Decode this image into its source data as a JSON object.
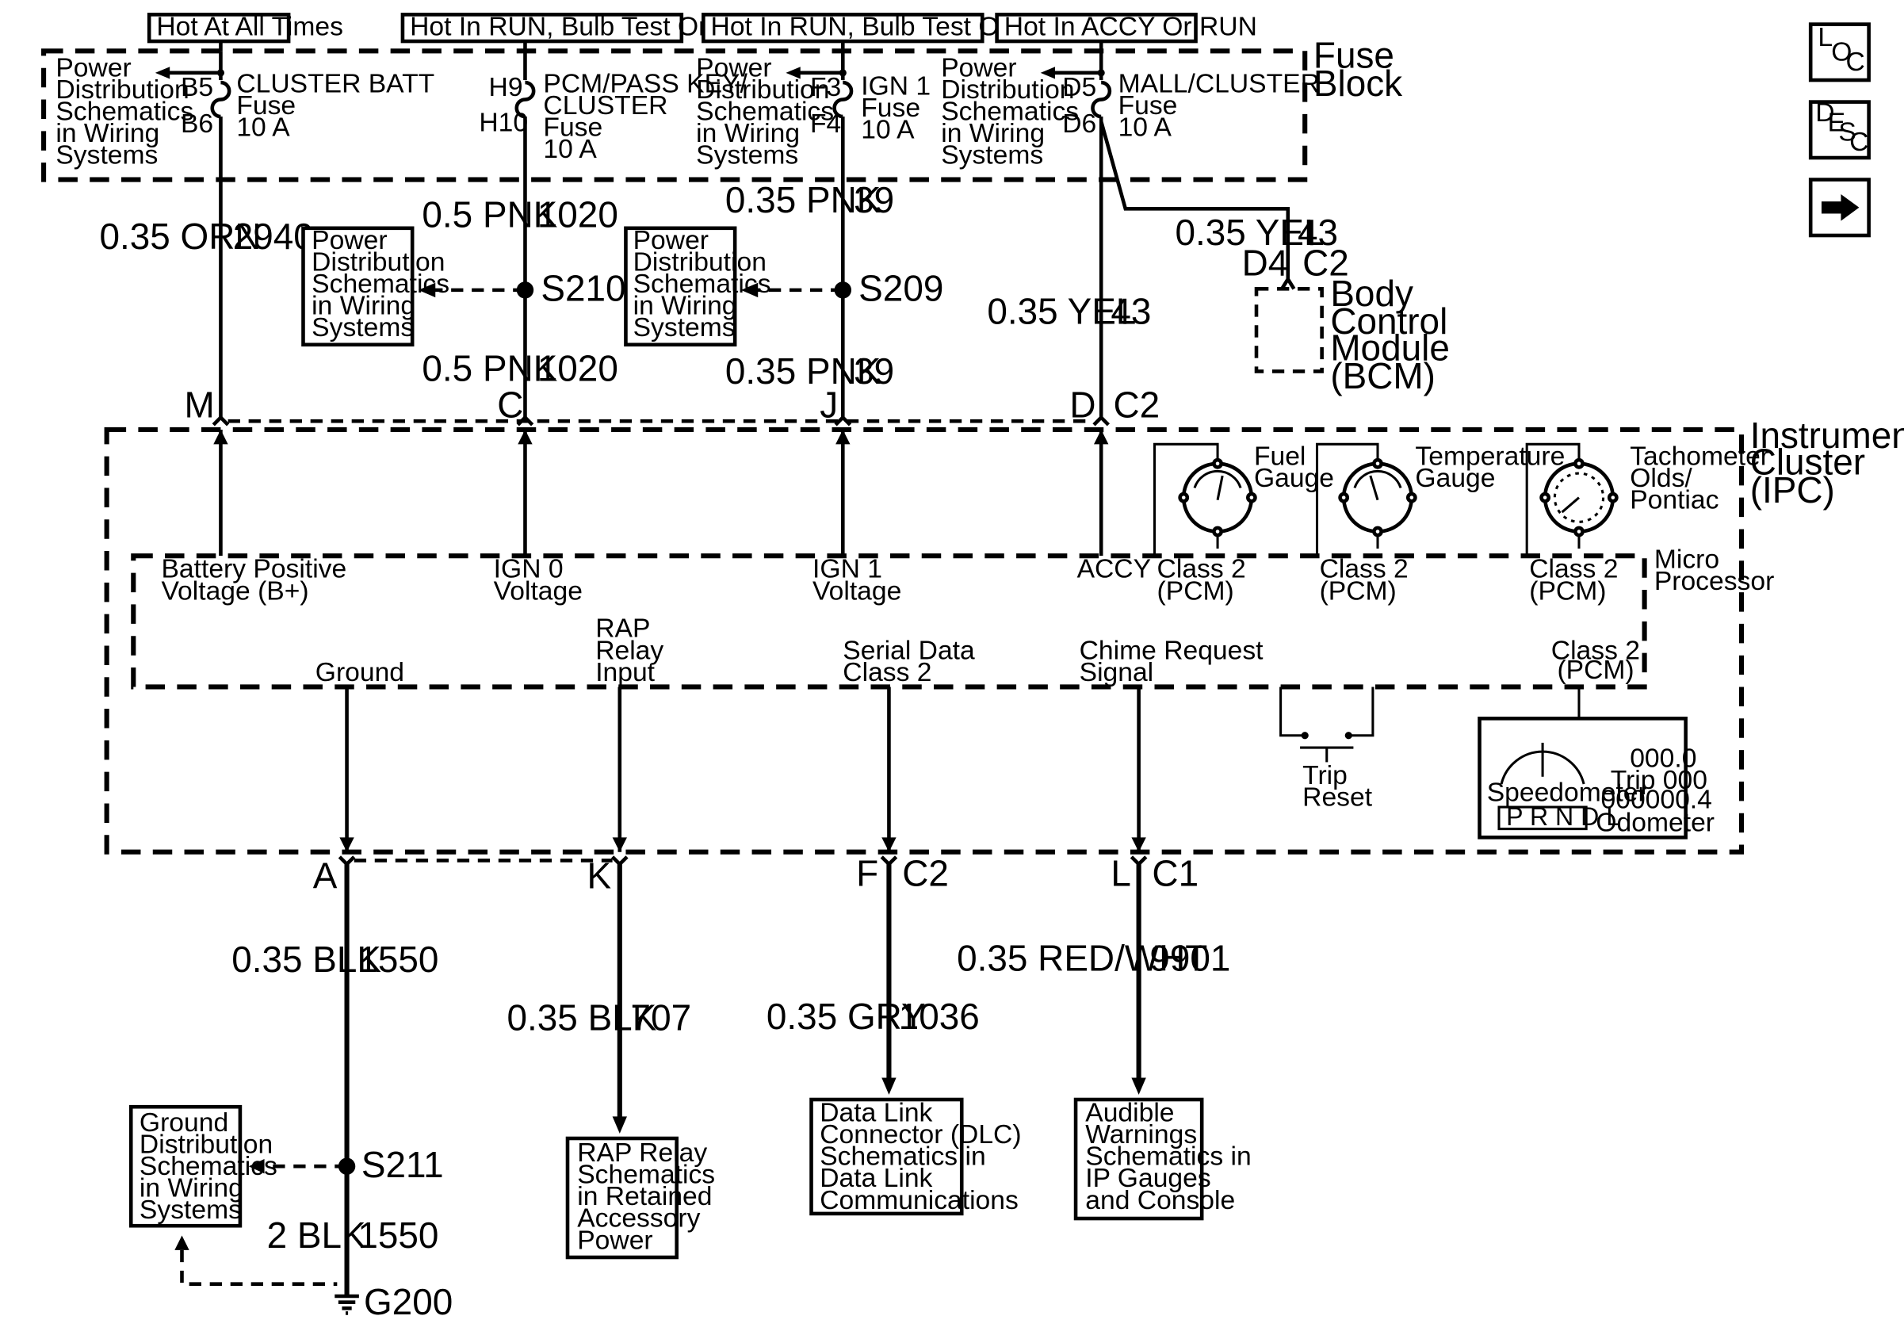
{
  "hot_labels": [
    "Hot At All Times",
    "Hot In RUN, Bulb Test Or START",
    "Hot In RUN, Bulb Test Or START",
    "Hot In ACCY Or RUN"
  ],
  "fuse_block": [
    "Fuse",
    "Block"
  ],
  "power_dist_lines": [
    "Power",
    "Distribution",
    "Schematics",
    "in Wiring",
    "Systems"
  ],
  "fuses": [
    {
      "pin_top": "B5",
      "pin_bottom": "B6",
      "name_lines": [
        "CLUSTER BATT",
        "Fuse",
        "10 A"
      ]
    },
    {
      "pin_top": "H9",
      "pin_bottom": "H10",
      "name_lines": [
        "PCM/PASS KEY/",
        "CLUSTER",
        "Fuse",
        "10 A"
      ]
    },
    {
      "pin_top": "F3",
      "pin_bottom": "F4",
      "name_lines": [
        "IGN 1",
        "Fuse",
        "10 A"
      ]
    },
    {
      "pin_top": "D5",
      "pin_bottom": "D6",
      "name_lines": [
        "MALL/CLUSTER",
        "Fuse",
        "10 A"
      ]
    }
  ],
  "wires": {
    "w2940": {
      "gauge": "0.35 ORN",
      "circuit": "2940"
    },
    "w1020a": {
      "gauge": "0.5 PNK",
      "circuit": "1020"
    },
    "w1020b": {
      "gauge": "0.5 PNK",
      "circuit": "1020"
    },
    "w39a": {
      "gauge": "0.35 PNK",
      "circuit": "39"
    },
    "w39b": {
      "gauge": "0.35 PNK",
      "circuit": "39"
    },
    "w43a": {
      "gauge": "0.35 YEL",
      "circuit": "43"
    },
    "w43b": {
      "gauge": "0.35 YEL",
      "circuit": "43"
    },
    "w1550a": {
      "gauge": "0.35 BLK",
      "circuit": "1550"
    },
    "w1550b": {
      "gauge": "2 BLK",
      "circuit": "1550"
    },
    "w707": {
      "gauge": "0.35 BLK",
      "circuit": "707"
    },
    "w1036": {
      "gauge": "0.35 GRY",
      "circuit": "1036"
    },
    "w9901": {
      "gauge": "0.35 RED/WHT",
      "circuit": "9901"
    }
  },
  "splices": {
    "s210": "S210",
    "s209": "S209",
    "s211": "S211",
    "g200": "G200"
  },
  "bcm": {
    "pin": "D4",
    "conn": "C2",
    "lines": [
      "Body",
      "Control",
      "Module",
      "(BCM)"
    ]
  },
  "top_conn": {
    "m": "M",
    "c": "C",
    "j": "J",
    "d": "D",
    "c2": "C2"
  },
  "bottom_conn": {
    "a": "A",
    "k": "K",
    "f": "F",
    "c2": "C2",
    "l": "L",
    "c1": "C1"
  },
  "ipc_title": [
    "Instrument",
    "Cluster",
    "(IPC)"
  ],
  "micro": [
    "Micro",
    "Processor"
  ],
  "inputs": {
    "bplus": [
      "Battery Positive",
      "Voltage (B+)"
    ],
    "ign0": [
      "IGN 0",
      "Voltage"
    ],
    "ign1": [
      "IGN 1",
      "Voltage"
    ],
    "accy": "ACCY",
    "ground": "Ground",
    "rap": [
      "RAP",
      "Relay",
      "Input"
    ],
    "serial": [
      "Serial Data",
      "Class 2"
    ],
    "chime": [
      "Chime Request",
      "Signal"
    ],
    "class2": [
      "Class 2",
      "(PCM)"
    ]
  },
  "gauges": {
    "fuel": [
      "Fuel",
      "Gauge"
    ],
    "temp": [
      "Temperature",
      "Gauge"
    ],
    "tach": [
      "Tachometer",
      "Olds/",
      "Pontiac"
    ]
  },
  "trip_reset": [
    "Trip",
    "Reset"
  ],
  "speedo": {
    "label": "Speedometer",
    "prndl": "P R N D L",
    "trip_val": "000.0",
    "trip_label": "Trip 000",
    "odo_val": "000000.4",
    "odo_label": "Odometer"
  },
  "refs": {
    "ground_dist": [
      "Ground",
      "Distribution",
      "Schematics",
      "in Wiring",
      "Systems"
    ],
    "rap": [
      "RAP Relay",
      "Schematics",
      "in Retained",
      "Accessory",
      "Power"
    ],
    "dlc": [
      "Data Link",
      "Connector (DLC)",
      "Schematics in",
      "Data Link",
      "Communications"
    ],
    "audible": [
      "Audible",
      "Warnings",
      "Schematics in",
      "IP Gauges",
      "and Console"
    ]
  },
  "nav": {
    "loc": [
      "L",
      "O",
      "C"
    ],
    "desc": [
      "D",
      "E",
      "S",
      "C"
    ]
  }
}
